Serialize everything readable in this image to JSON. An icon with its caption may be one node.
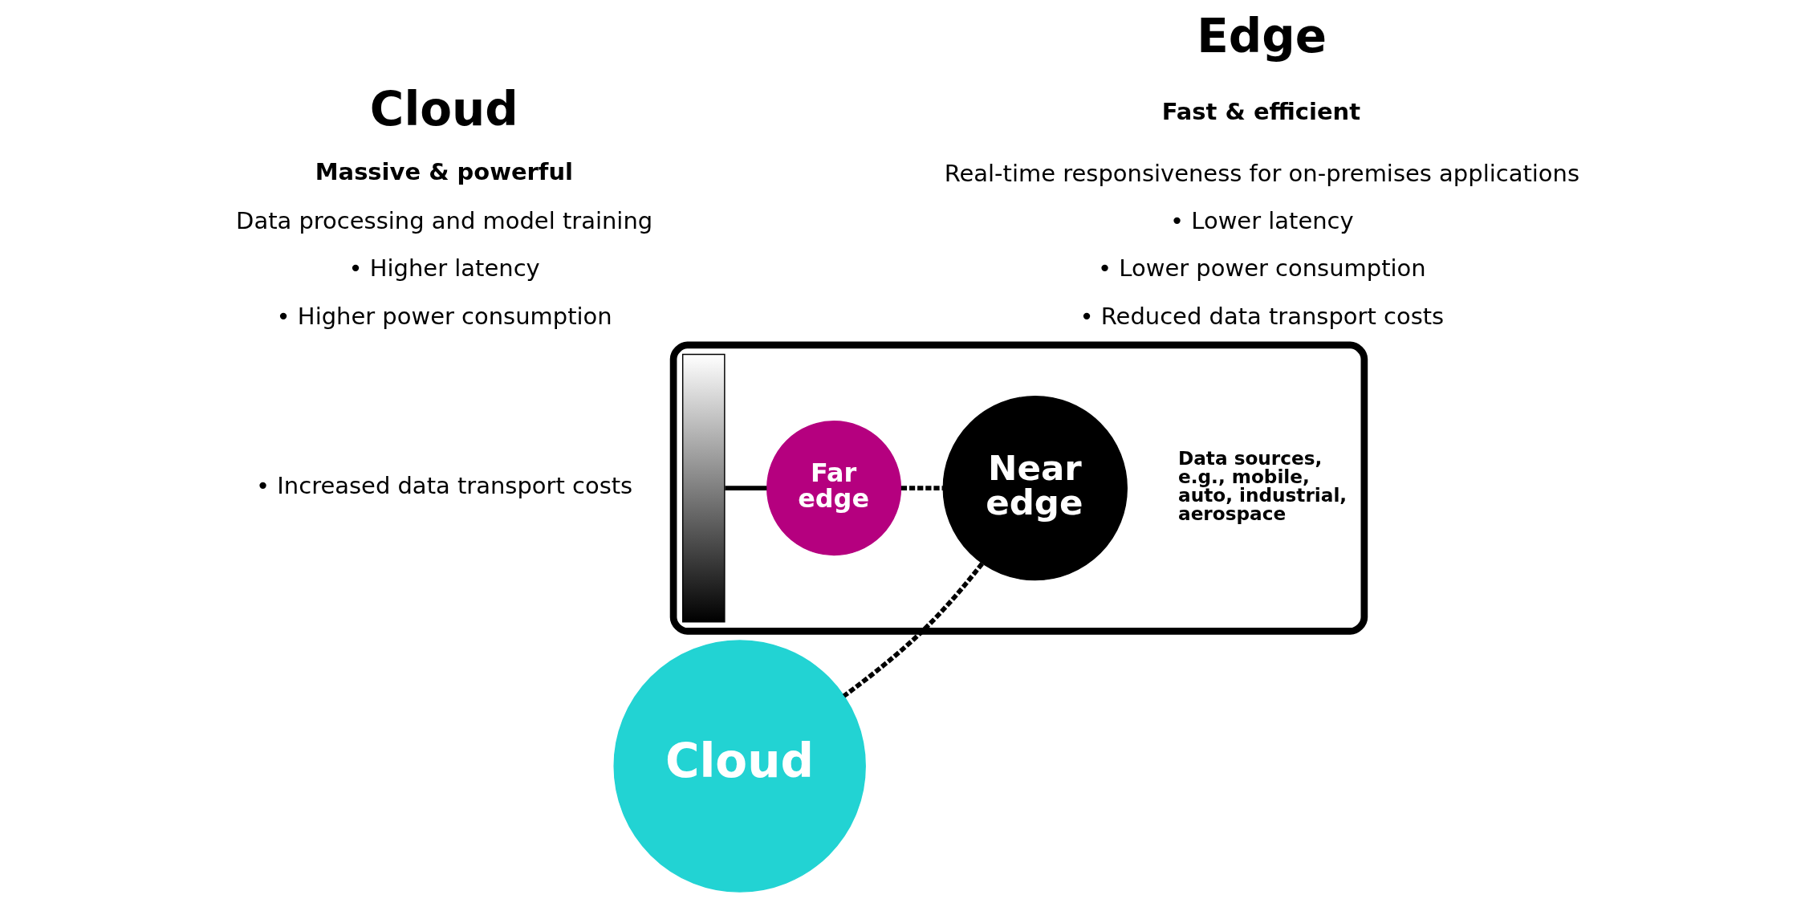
{
  "diagram": {
    "nodes": [
      {
        "text": [],
        "shape": "box"
      },
      {
        "text": [
          "Data sources, e.g., mobile, auto, industrial, aerospace"
        ],
        "in": 0
      },
      {
        "text": [],
        "shape": "bar",
        "in": 0
      },
      {
        "text": [
          "Far edge"
        ],
        "in": 0
      },
      {
        "text": [
          "Near edge"
        ],
        "in": 0
      },
      {
        "text": [
          "Cloud"
        ]
      }
    ],
    "edges": [
      {
        "from": 2,
        "to": 3,
        "arrow": "none"
      },
      {
        "from": 3,
        "to": 4,
        "arrow": "none",
        "style": "dashed"
      },
      {
        "from": 4,
        "to": 5,
        "arrow": "none",
        "style": "dashed"
      }
    ],
    "labels": [
      "Edge",
      "Fast & efficient",
      "Real-time responsiveness for on-premises applications",
      "• Lower latency",
      "• Lower power consumption",
      "• Reduced data transport costs",
      "Cloud",
      "Massive & powerful",
      "Data processing and model training",
      "• Higher latency",
      "• Higher power consumption",
      "• Increased data transport costs"
    ]
  }
}
